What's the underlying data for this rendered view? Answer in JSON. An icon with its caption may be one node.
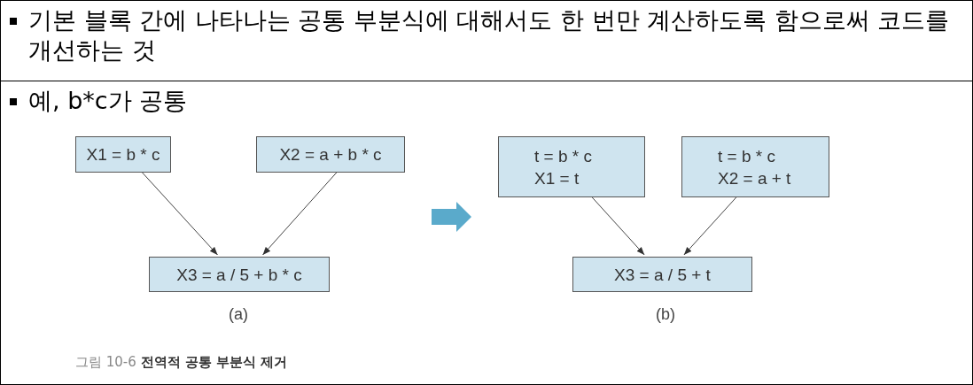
{
  "diagram": {
    "caption": "그림 10-6 **전역적 공통 부분식 제거**",
    "nodes": [
      {
        "text": [
          "X1 = b * c"
        ]
      },
      {
        "text": [
          "X2 = a + b * c"
        ]
      },
      {
        "text": [
          "X3 = a / 5 + b * c"
        ]
      },
      {
        "text": [
          "t = b * c",
          "X1 = t"
        ]
      },
      {
        "text": [
          "t = b * c",
          "X2 = a + t"
        ]
      },
      {
        "text": [
          "X3 = a / 5 + t"
        ]
      }
    ],
    "edges": [
      {
        "from": 0,
        "to": 2,
        "arrow": "to"
      },
      {
        "from": 1,
        "to": 2,
        "arrow": "to"
      },
      {
        "from": 3,
        "to": 5,
        "arrow": "to"
      },
      {
        "from": 4,
        "to": 5,
        "arrow": "to"
      }
    ],
    "labels": [
      "기본 블록 간에 나타나는 공통 부분식에 대해서도 한 번만 계산하도록 함으로써 코드를 개선하는 것",
      "예, b*c가 공통",
      "(a)",
      "(b)"
    ]
  }
}
